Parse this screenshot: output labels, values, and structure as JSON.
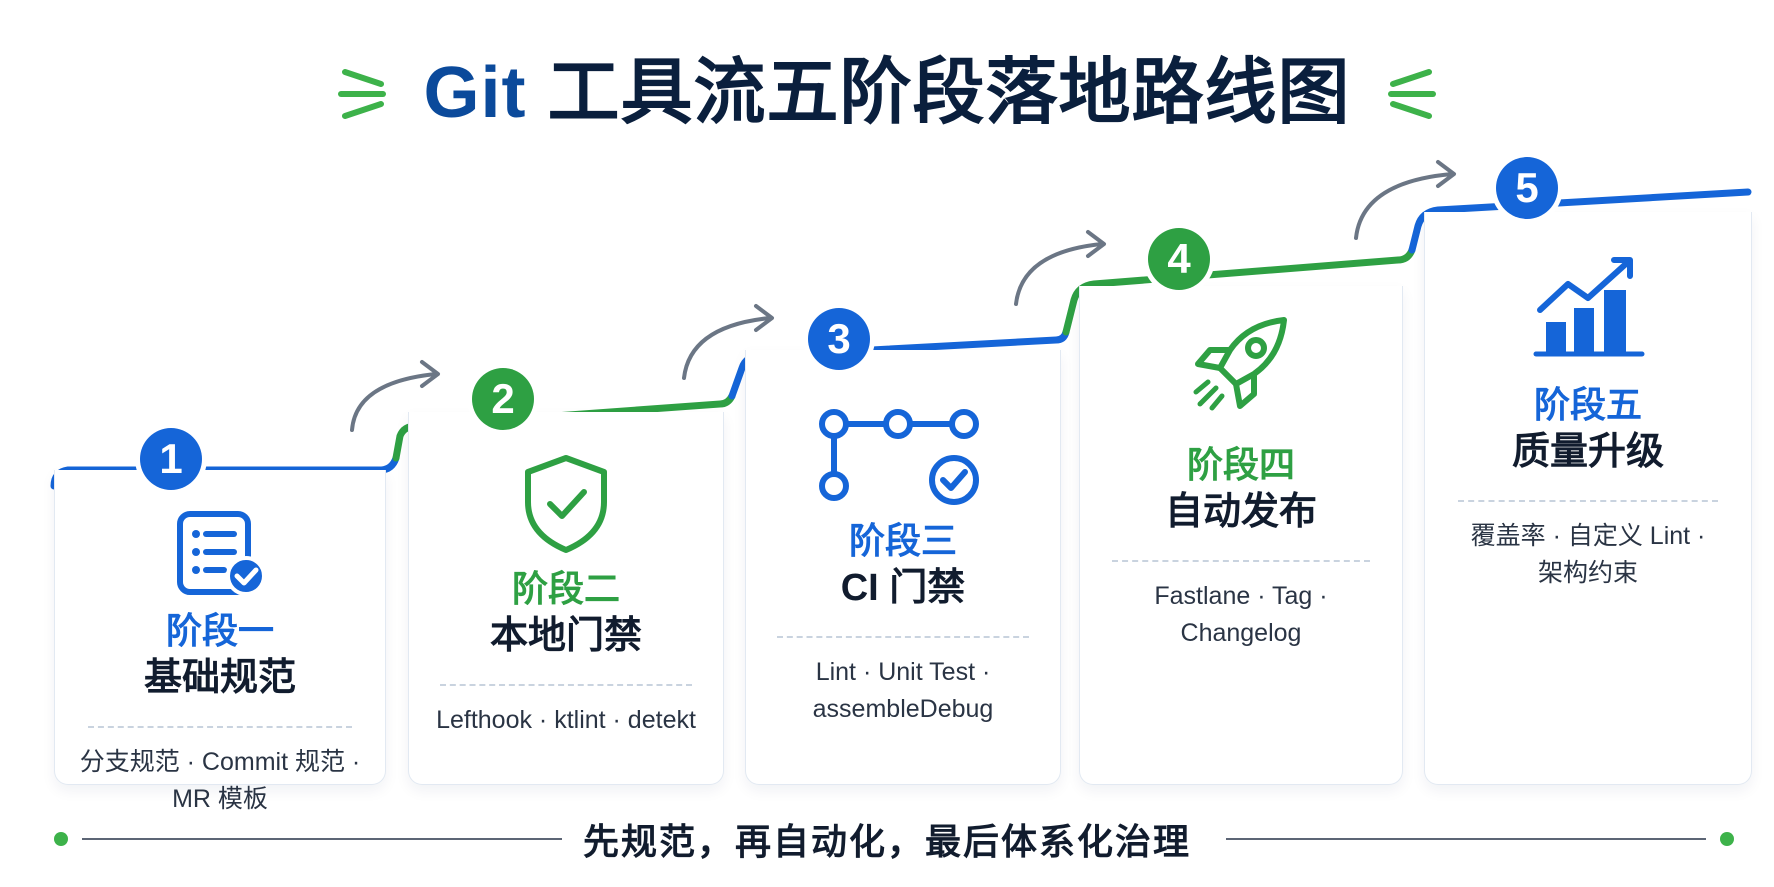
{
  "title": {
    "prefix": "Git",
    "main": "工具流五阶段落地路线图"
  },
  "colors": {
    "blue": "#1565d8",
    "green": "#2ea043",
    "navy": "#0b4a9b",
    "arrow_gray": "#6b7685"
  },
  "stages": [
    {
      "number": "1",
      "label": "阶段一",
      "name": "基础规范",
      "tools_line1": "分支规范 · Commit 规范 ·",
      "tools_line2": "MR 模板",
      "icon": "checklist-icon",
      "color": "blue"
    },
    {
      "number": "2",
      "label": "阶段二",
      "name": "本地门禁",
      "tools_line1": "Lefthook · ktlint · detekt",
      "tools_line2": "",
      "icon": "shield-check-icon",
      "color": "green"
    },
    {
      "number": "3",
      "label": "阶段三",
      "name": "CI 门禁",
      "tools_line1": "Lint · Unit Test ·",
      "tools_line2": "assembleDebug",
      "icon": "pipeline-icon",
      "color": "blue"
    },
    {
      "number": "4",
      "label": "阶段四",
      "name": "自动发布",
      "tools_line1": "Fastlane · Tag ·",
      "tools_line2": "Changelog",
      "icon": "rocket-icon",
      "color": "green"
    },
    {
      "number": "5",
      "label": "阶段五",
      "name": "质量升级",
      "tools_line1": "覆盖率 · 自定义 Lint ·",
      "tools_line2": "架构约束",
      "icon": "growth-chart-icon",
      "color": "blue"
    }
  ],
  "footer": {
    "slogan": "先规范，再自动化，最后体系化治理"
  }
}
